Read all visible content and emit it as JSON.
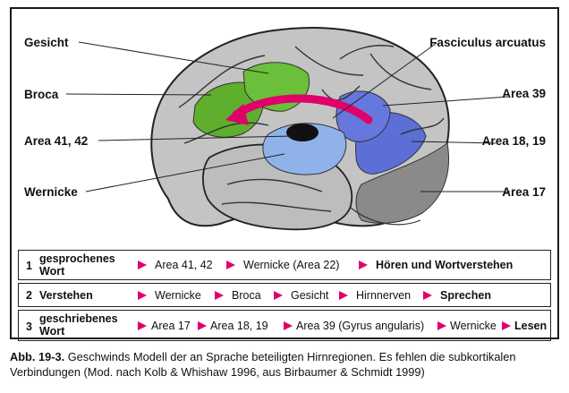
{
  "labels": {
    "gesicht": "Gesicht",
    "broca": "Broca",
    "area4142": "Area 41, 42",
    "wernicke": "Wernicke",
    "fasciculus": "Fasciculus arcuatus",
    "area39": "Area 39",
    "area1819": "Area 18, 19",
    "area17": "Area 17"
  },
  "colors": {
    "broca_green": "#5fae2e",
    "area_blue": "#5b6fd6",
    "light_blue": "#8fb2ea",
    "arrow_pink": "#e0006a",
    "grey_dark": "#8a8a8a"
  },
  "table": {
    "rows": [
      {
        "num": "1",
        "head1": "gesprochenes",
        "head2": "Wort",
        "steps": [
          "Area 41, 42",
          "Wernicke (Area 22)",
          "Hören und Wortverstehen"
        ]
      },
      {
        "num": "2",
        "head1": "Verstehen",
        "head2": "",
        "steps": [
          "Wernicke",
          "Broca",
          "Gesicht",
          "Hirnnerven",
          "Sprechen"
        ]
      },
      {
        "num": "3",
        "head1": "geschriebenes",
        "head2": "Wort",
        "steps": [
          "Area 17",
          "Area 18, 19",
          "Area 39 (Gyrus angularis)",
          "Wernicke",
          "Lesen"
        ]
      }
    ]
  },
  "caption": {
    "tag": "Abb. 19-3.",
    "text": "Geschwinds Modell der an Sprache beteiligten Hirnregionen. Es fehlen die subkortikalen Verbindungen (Mod. nach Kolb & Whishaw 1996, aus Birbaumer & Schmidt 1999)"
  }
}
